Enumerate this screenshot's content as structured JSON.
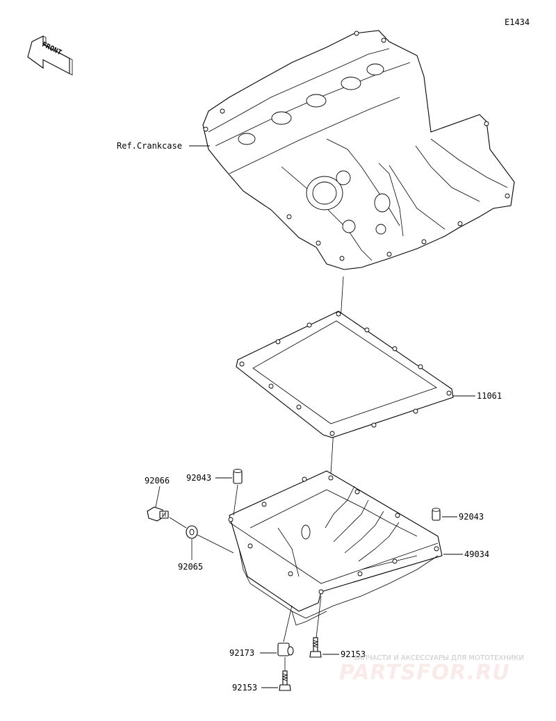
{
  "diagram": {
    "code": "E1434",
    "front_label": "FRONT",
    "ref_label": "Ref.Crankcase",
    "parts": {
      "gasket": "11061",
      "oil_pan": "49034",
      "dowel_left": "92043",
      "dowel_right": "92043",
      "drain_plug": "92066",
      "washer": "92065",
      "collar": "92173",
      "bolt_upper": "92153",
      "bolt_lower": "92153"
    }
  },
  "watermark": {
    "subtitle": "ЗАПЧАСТИ И АКСЕССУАРЫ ДЛЯ МОТОТЕХНИКИ",
    "brand": "PARTSFOR.RU",
    "color": "#e06060"
  }
}
